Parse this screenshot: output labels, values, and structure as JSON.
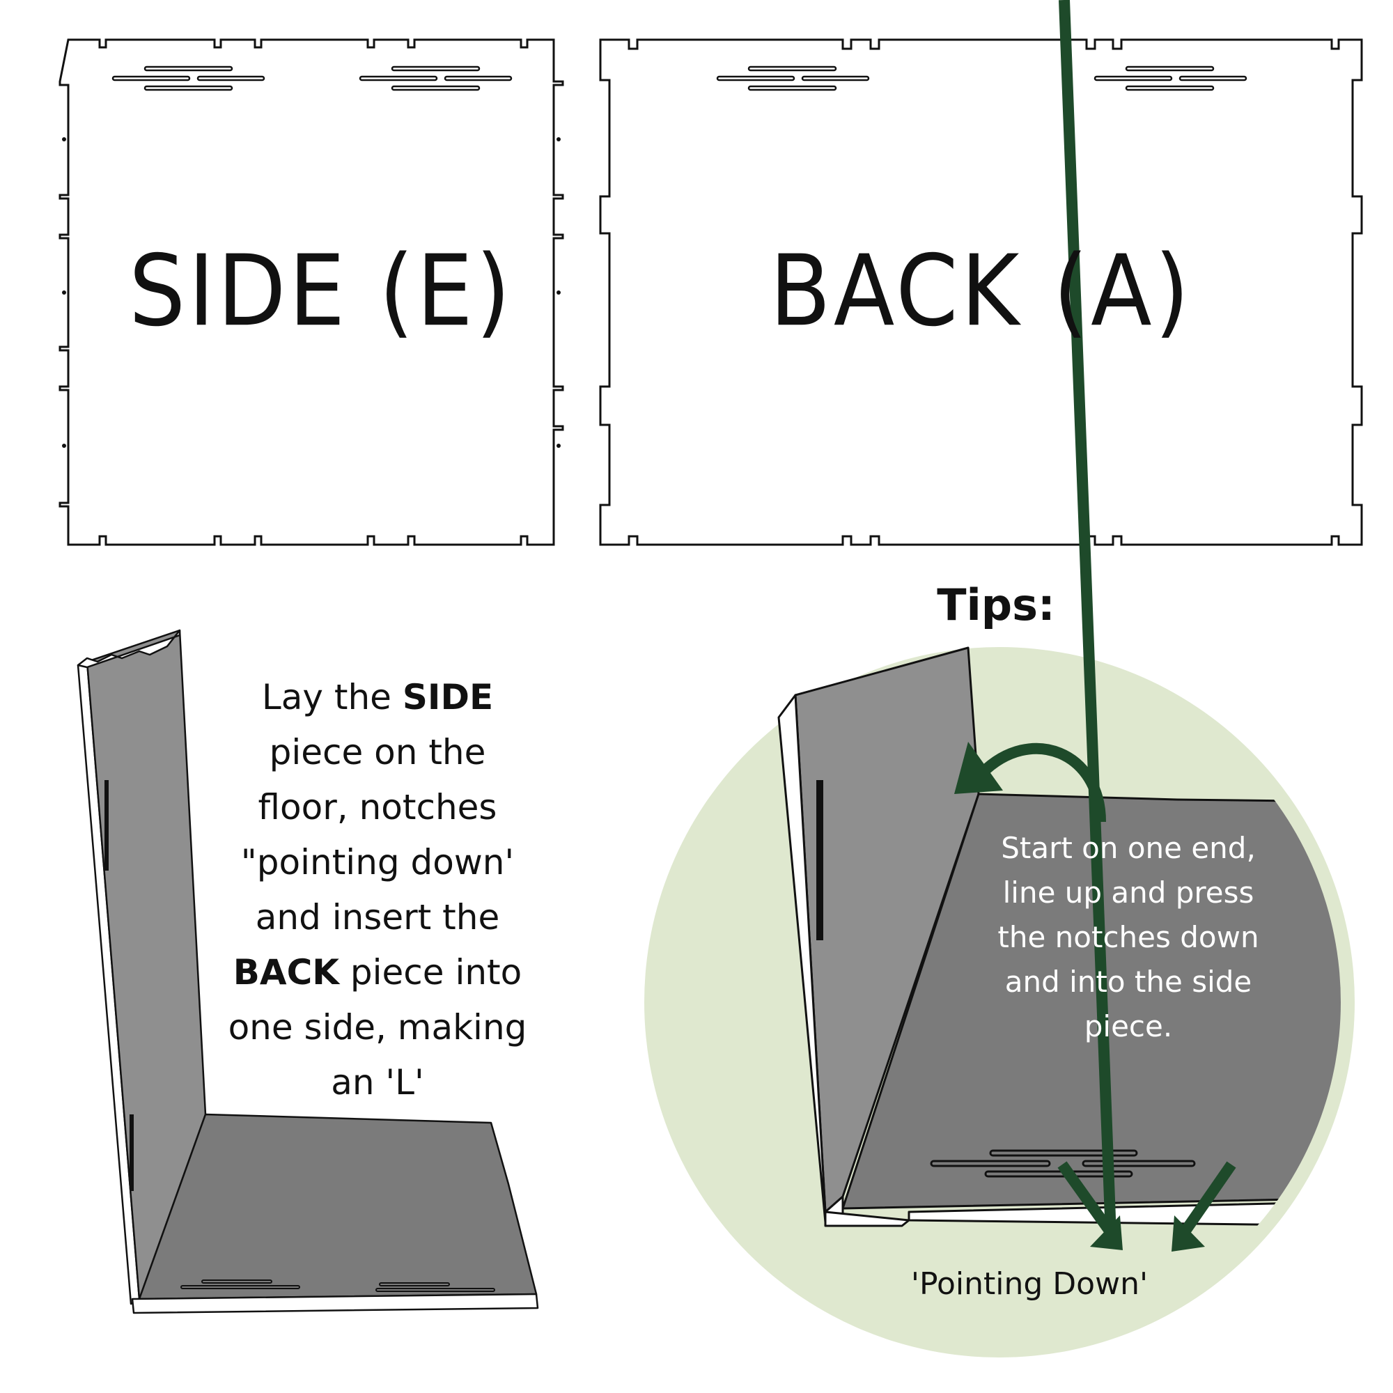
{
  "panels": {
    "side": {
      "label": "SIDE (E)"
    },
    "back": {
      "label": "BACK (A)"
    }
  },
  "instructions": {
    "lines": [
      {
        "pre": "Lay the ",
        "bold": "SIDE",
        "post": ""
      },
      {
        "pre": "piece on the",
        "bold": "",
        "post": ""
      },
      {
        "pre": "floor, notches",
        "bold": "",
        "post": ""
      },
      {
        "pre": "\"pointing down'",
        "bold": "",
        "post": ""
      },
      {
        "pre": "and insert the",
        "bold": "",
        "post": ""
      },
      {
        "pre": "",
        "bold": "BACK",
        "post": " piece into"
      },
      {
        "pre": "one side, making",
        "bold": "",
        "post": ""
      },
      {
        "pre": "an 'L'",
        "bold": "",
        "post": ""
      }
    ]
  },
  "tips": {
    "title": "Tips:",
    "lines": [
      "Start on one end,",
      "line up and press",
      "the notches down",
      "and into the side",
      "piece."
    ],
    "pointing_label": "'Pointing Down'"
  },
  "colors": {
    "circle_bg": "#dfe8cf",
    "arrow": "#1e4a2a",
    "floor": "#7b7b7b",
    "wall": "#8f8f8f"
  }
}
